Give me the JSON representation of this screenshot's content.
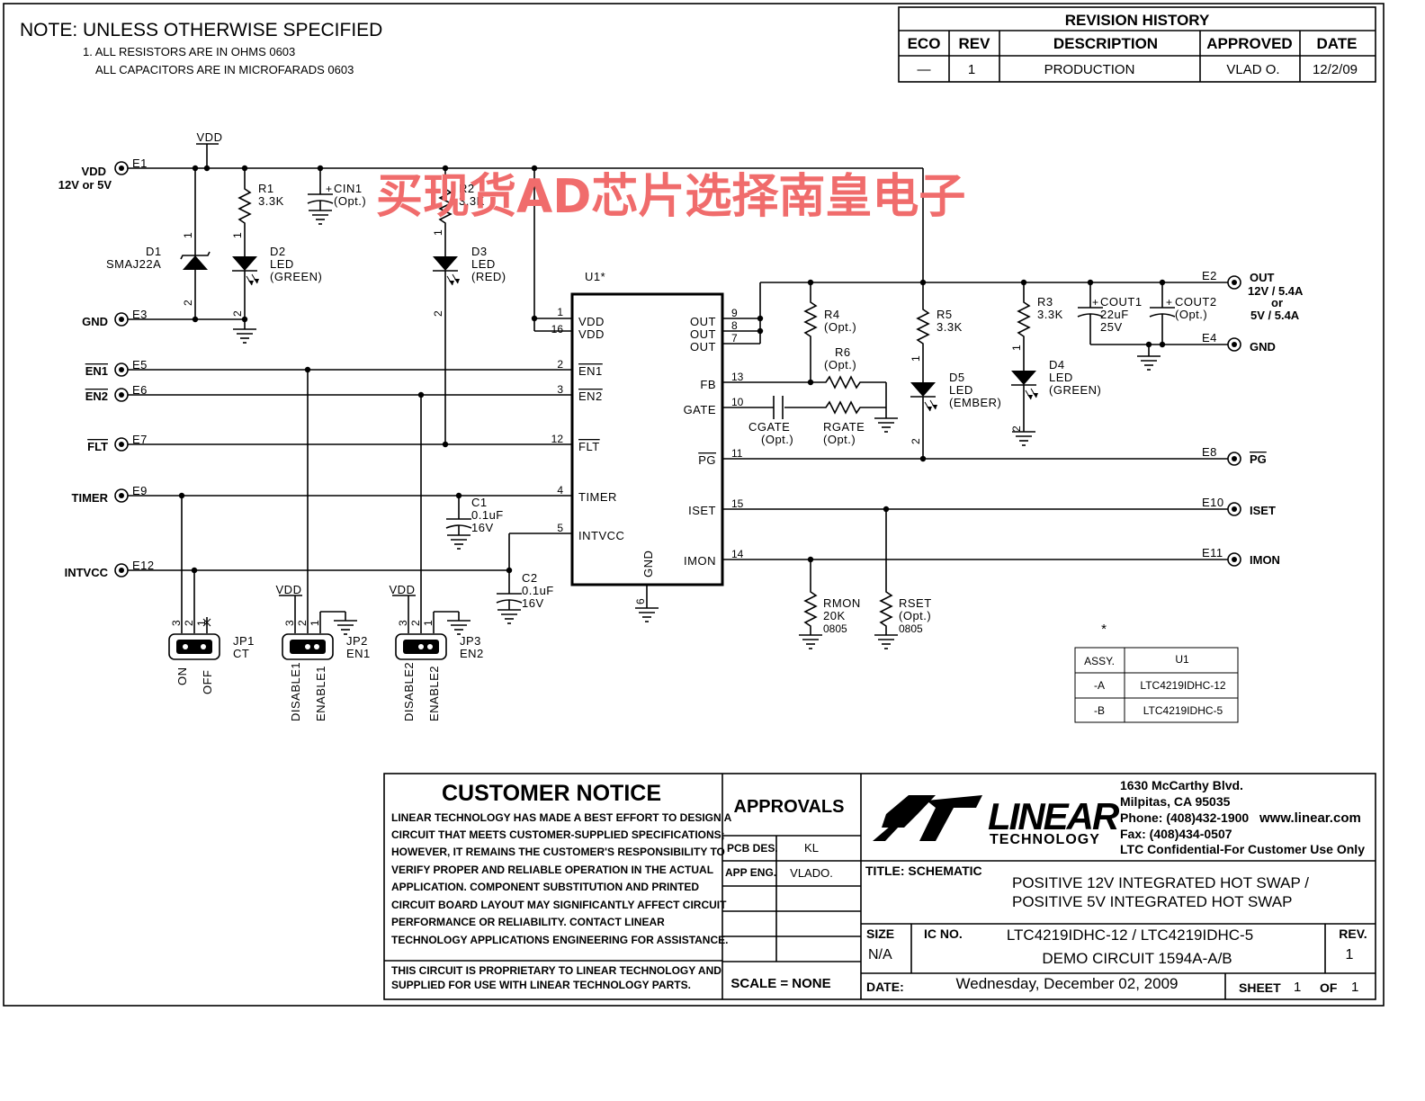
{
  "notes": {
    "title": "NOTE: UNLESS OTHERWISE SPECIFIED",
    "line1": "1. ALL RESISTORS ARE IN OHMS 0603",
    "line2": "ALL CAPACITORS ARE IN MICROFARADS 0603"
  },
  "revision_history": {
    "title": "REVISION HISTORY",
    "headers": [
      "ECO",
      "REV",
      "DESCRIPTION",
      "APPROVED",
      "DATE"
    ],
    "row": [
      "—",
      "1",
      "PRODUCTION",
      "VLAD O.",
      "12/2/09"
    ]
  },
  "watermark": "买现货AD芯片选择南皇电子",
  "terminals": {
    "vdd": "VDD",
    "vdd_sub": "12V or 5V",
    "gnd": "GND",
    "en1": "EN1",
    "en2": "EN2",
    "flt": "FLT",
    "timer": "TIMER",
    "intvcc": "INTVCC",
    "out": "OUT",
    "out_sub1": "12V / 5.4A",
    "out_sub2": "or",
    "out_sub3": "5V / 5.4A",
    "gnd_r": "GND",
    "pg": "PG",
    "iset": "ISET",
    "imon": "IMON"
  },
  "turrets": {
    "e1": "E1",
    "e3": "E3",
    "e5": "E5",
    "e6": "E6",
    "e7": "E7",
    "e9": "E9",
    "e12": "E12",
    "e2": "E2",
    "e4": "E4",
    "e8": "E8",
    "e10": "E10",
    "e11": "E11"
  },
  "components": {
    "vdd_top": "VDD",
    "r1": [
      "R1",
      "3.3K"
    ],
    "cin1": [
      "CIN1",
      "(Opt.)"
    ],
    "r2": [
      "R2",
      "3.3K"
    ],
    "d1": [
      "D1",
      "SMAJ22A"
    ],
    "d2": [
      "D2",
      "LED",
      "(GREEN)"
    ],
    "d3": [
      "D3",
      "LED",
      "(RED)"
    ],
    "u1": "U1*",
    "r4": [
      "R4",
      "(Opt.)"
    ],
    "r6": [
      "R6",
      "(Opt.)"
    ],
    "r5": [
      "R5",
      "3.3K"
    ],
    "r3": [
      "R3",
      "3.3K"
    ],
    "cout1": [
      "COUT1",
      "22uF",
      "25V"
    ],
    "cout2": [
      "COUT2",
      "(Opt.)"
    ],
    "d5": [
      "D5",
      "LED",
      "(EMBER)"
    ],
    "d4": [
      "D4",
      "LED",
      "(GREEN)"
    ],
    "cgate": [
      "CGATE",
      "(Opt.)"
    ],
    "rgate": [
      "RGATE",
      "(Opt.)"
    ],
    "c1": [
      "C1",
      "0.1uF",
      "16V"
    ],
    "c2": [
      "C2",
      "0.1uF",
      "16V"
    ],
    "rmon": [
      "RMON",
      "20K",
      "0805"
    ],
    "rset": [
      "RSET",
      "(Opt.)",
      "0805"
    ],
    "jp1": [
      "JP1",
      "CT"
    ],
    "jp2": [
      "JP2",
      "EN1"
    ],
    "jp3": [
      "JP3",
      "EN2"
    ],
    "jp1_pos": [
      "ON",
      "OFF"
    ],
    "jp2_pos": [
      "DISABLE1",
      "ENABLE1"
    ],
    "jp3_pos": [
      "DISABLE2",
      "ENABLE2"
    ],
    "jp_vdd": "VDD"
  },
  "ic_pins": {
    "left": [
      {
        "num": "1",
        "name": "VDD"
      },
      {
        "num": "16",
        "name": "VDD"
      },
      {
        "num": "2",
        "name": "EN1"
      },
      {
        "num": "3",
        "name": "EN2"
      },
      {
        "num": "12",
        "name": "FLT"
      },
      {
        "num": "4",
        "name": "TIMER"
      },
      {
        "num": "5",
        "name": "INTVCC"
      }
    ],
    "right": [
      {
        "num": "9",
        "name": "OUT"
      },
      {
        "num": "8",
        "name": "OUT"
      },
      {
        "num": "7",
        "name": "OUT"
      },
      {
        "num": "13",
        "name": "FB"
      },
      {
        "num": "10",
        "name": "GATE"
      },
      {
        "num": "11",
        "name": "PG"
      },
      {
        "num": "15",
        "name": "ISET"
      },
      {
        "num": "14",
        "name": "IMON"
      }
    ],
    "bottom": {
      "num": "6",
      "name": "GND"
    }
  },
  "assy_table": {
    "star": "*",
    "headers": [
      "ASSY.",
      "U1"
    ],
    "rows": [
      [
        "-A",
        "LTC4219IDHC-12"
      ],
      [
        "-B",
        "LTC4219IDHC-5"
      ]
    ]
  },
  "title_block": {
    "customer_notice_title": "CUSTOMER NOTICE",
    "customer_notice_lines": [
      "LINEAR TECHNOLOGY HAS MADE A BEST EFFORT TO DESIGN A",
      "CIRCUIT THAT MEETS CUSTOMER-SUPPLIED SPECIFICATIONS;",
      "HOWEVER, IT REMAINS THE CUSTOMER'S RESPONSIBILITY TO",
      "VERIFY PROPER AND RELIABLE OPERATION IN THE ACTUAL",
      "APPLICATION.  COMPONENT SUBSTITUTION AND PRINTED",
      "CIRCUIT BOARD LAYOUT MAY SIGNIFICANTLY AFFECT CIRCUIT",
      "PERFORMANCE OR RELIABILITY.  CONTACT LINEAR",
      "TECHNOLOGY APPLICATIONS ENGINEERING FOR ASSISTANCE."
    ],
    "proprietary_lines": [
      "THIS CIRCUIT IS PROPRIETARY TO LINEAR TECHNOLOGY AND",
      "SUPPLIED FOR USE WITH LINEAR TECHNOLOGY PARTS."
    ],
    "approvals_title": "APPROVALS",
    "approvals": [
      [
        "PCB DES.",
        "KL"
      ],
      [
        "APP ENG.",
        "VLADO."
      ]
    ],
    "scale": "SCALE = NONE",
    "logo_word": "LINEAR",
    "logo_sub": "TECHNOLOGY",
    "address": [
      "1630 McCarthy Blvd.",
      "Milpitas, CA 95035",
      "Phone: (408)432-1900",
      "Fax: (408)434-0507"
    ],
    "website": "www.linear.com",
    "confidential": "LTC Confidential-For Customer Use Only",
    "title_label": "TITLE:  SCHEMATIC",
    "title_lines": [
      "POSITIVE 12V INTEGRATED HOT SWAP /",
      "POSITIVE 5V INTEGRATED HOT SWAP"
    ],
    "size_label": "SIZE",
    "size_value": "N/A",
    "ic_label": "IC NO.",
    "ic_lines": [
      "LTC4219IDHC-12 / LTC4219IDHC-5",
      "DEMO CIRCUIT 1594A-A/B"
    ],
    "rev_label": "REV.",
    "rev_value": "1",
    "date_label": "DATE:",
    "date_value": "Wednesday, December 02, 2009",
    "sheet_label": "SHEET",
    "sheet_value": "1",
    "of_label": "OF",
    "of_value": "1"
  }
}
